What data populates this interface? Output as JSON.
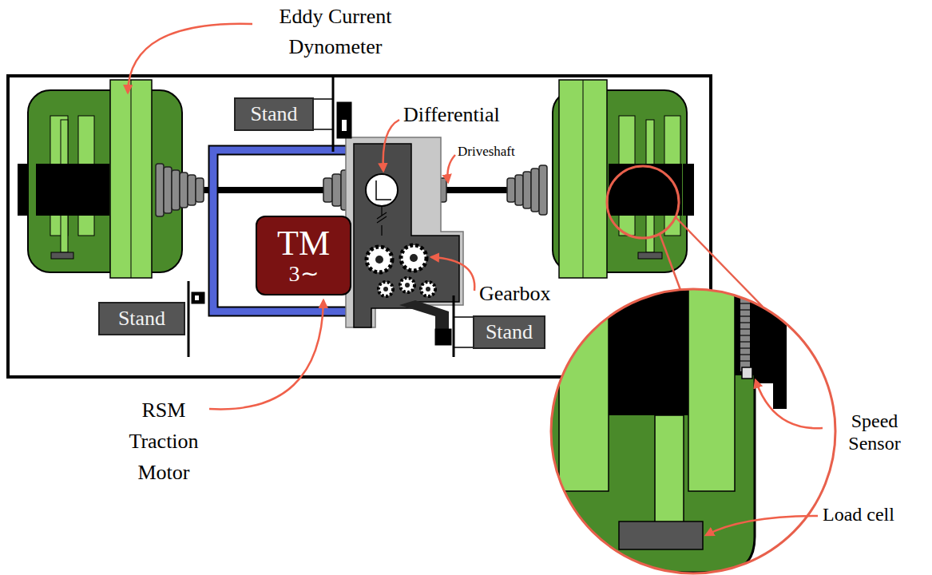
{
  "diagram": {
    "nodes": [
      {
        "text": [
          "Stand"
        ]
      },
      {
        "text": [
          "TM",
          "3∼"
        ]
      },
      {
        "text": [
          "Stand"
        ]
      },
      {
        "text": [
          "Stand"
        ]
      }
    ],
    "labels": [
      "Eddy Current Dynometer",
      "Differential",
      "Driveshaft",
      "Gearbox",
      "RSM Traction Motor",
      "Speed Sensor",
      "Load cell"
    ]
  }
}
